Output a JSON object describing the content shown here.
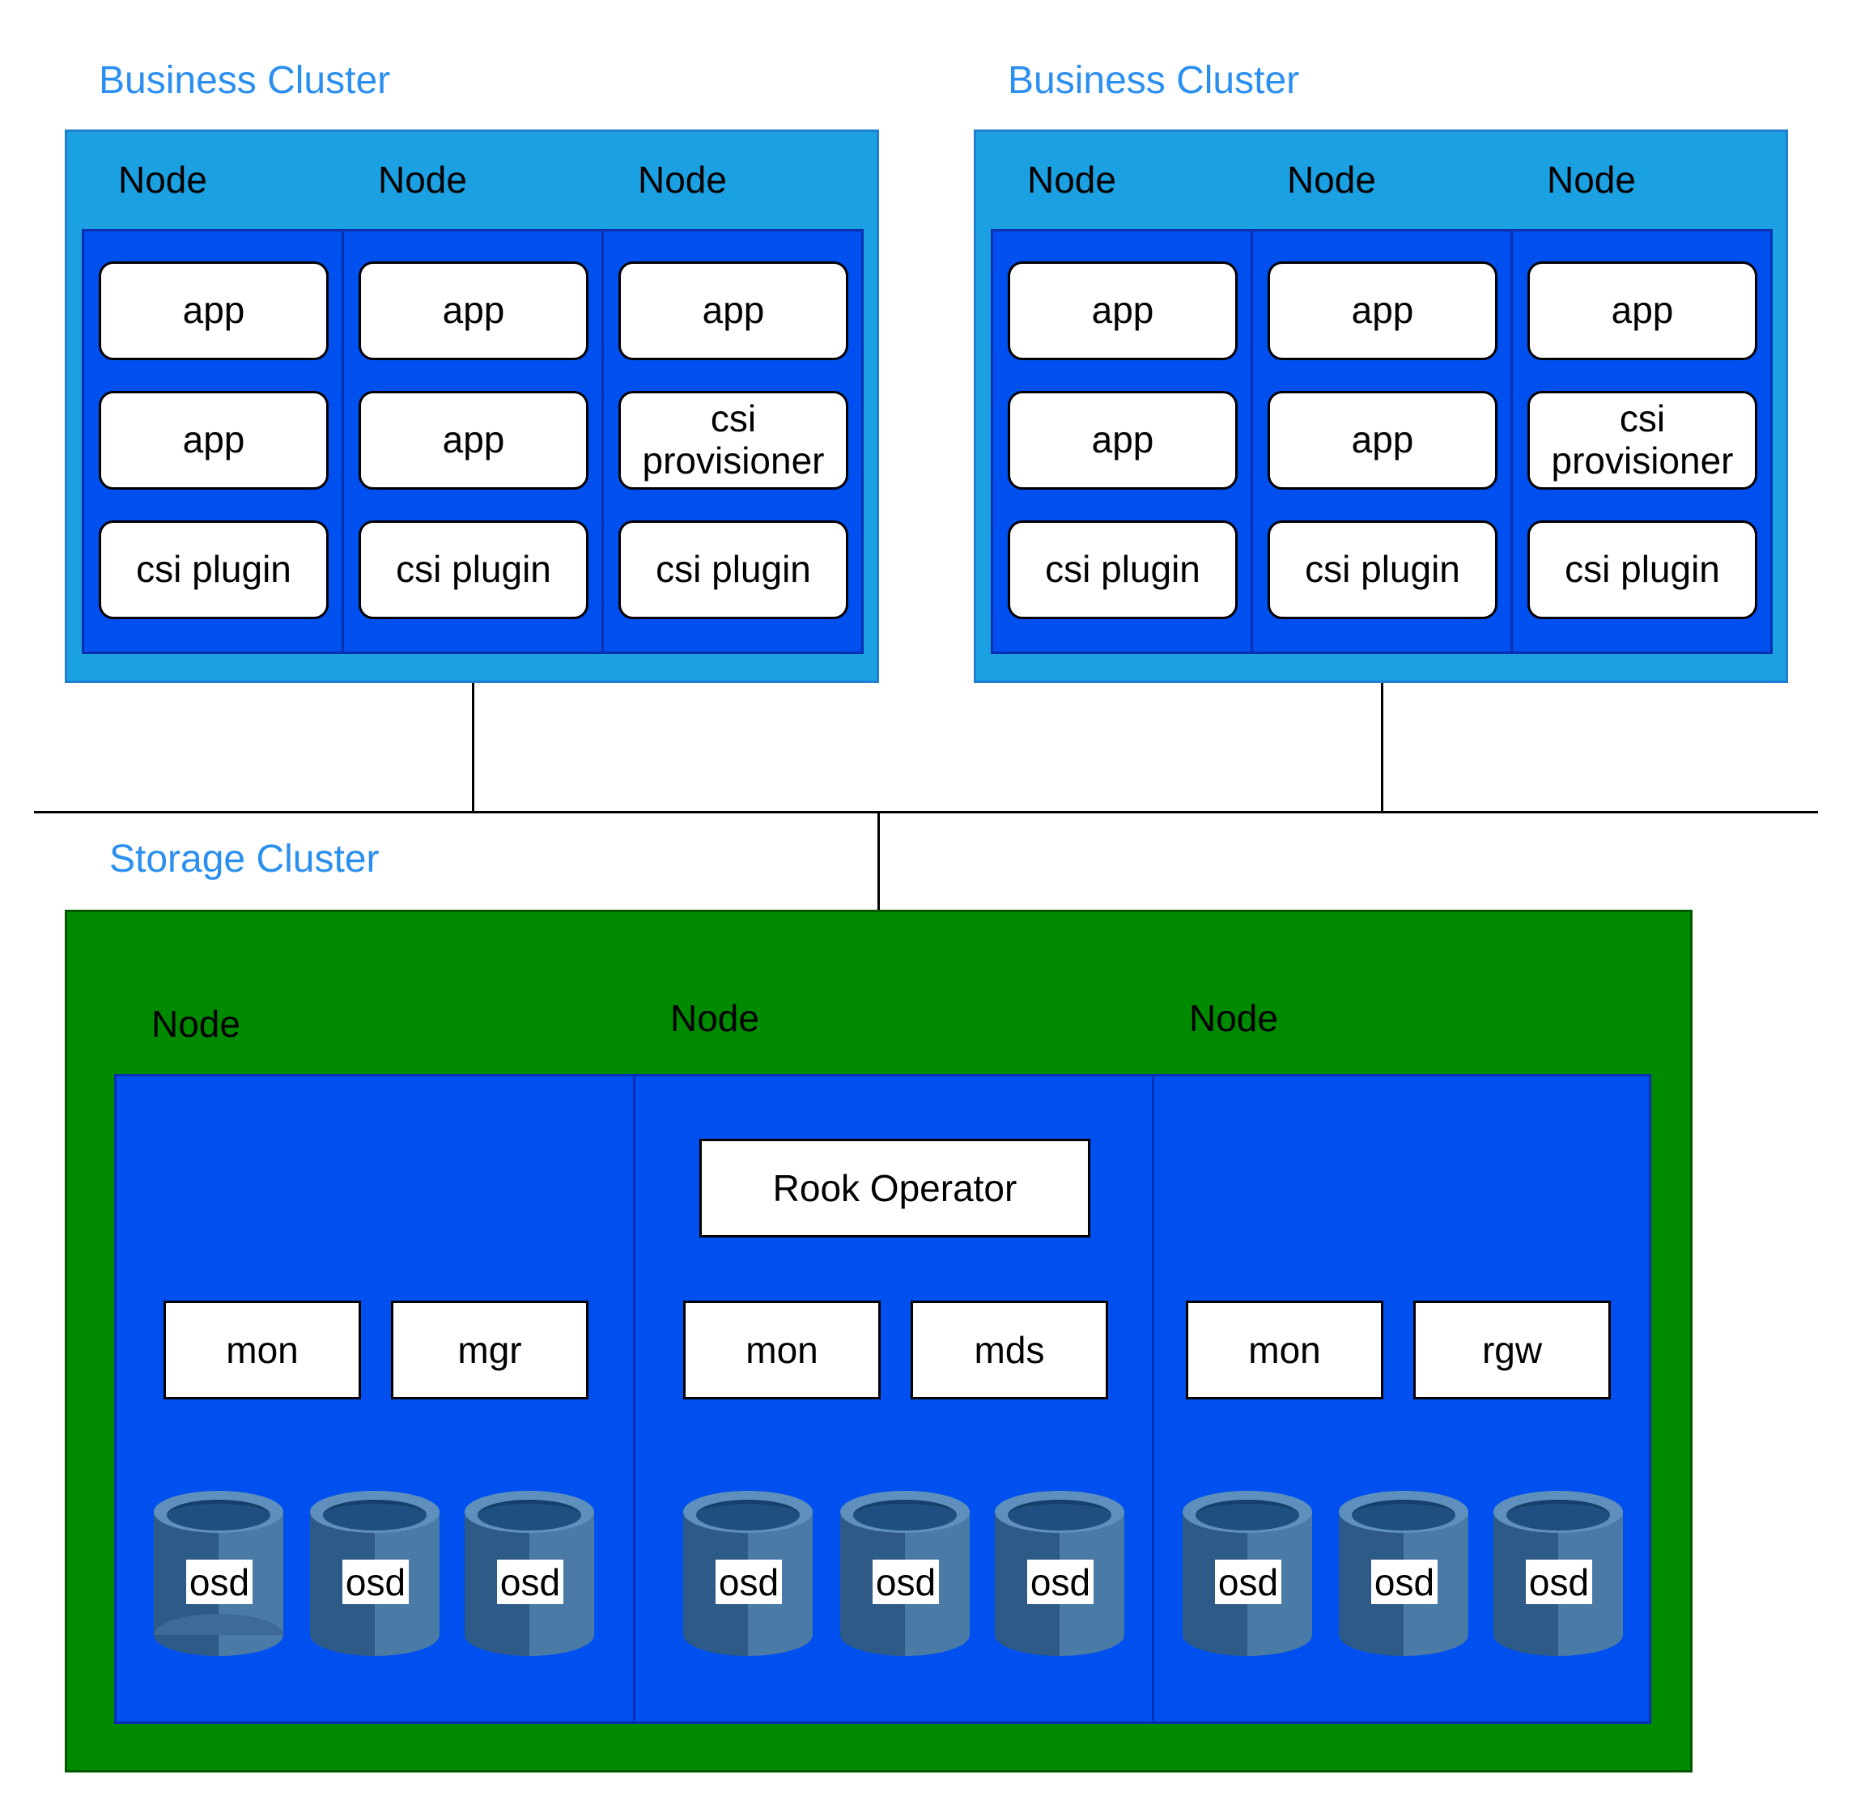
{
  "business_clusters": [
    {
      "title": "Business Cluster",
      "nodes": [
        {
          "label": "Node",
          "items": [
            "app",
            "app",
            "csi plugin"
          ]
        },
        {
          "label": "Node",
          "items": [
            "app",
            "app",
            "csi plugin"
          ]
        },
        {
          "label": "Node",
          "items": [
            "app",
            "csi provisioner",
            "csi plugin"
          ]
        }
      ]
    },
    {
      "title": "Business Cluster",
      "nodes": [
        {
          "label": "Node",
          "items": [
            "app",
            "app",
            "csi plugin"
          ]
        },
        {
          "label": "Node",
          "items": [
            "app",
            "app",
            "csi plugin"
          ]
        },
        {
          "label": "Node",
          "items": [
            "app",
            "csi provisioner",
            "csi plugin"
          ]
        }
      ]
    }
  ],
  "storage_cluster": {
    "title": "Storage Cluster",
    "nodes": [
      {
        "label": "Node",
        "daemons": [
          "mon",
          "mgr"
        ],
        "osds": [
          "osd",
          "osd",
          "osd"
        ]
      },
      {
        "label": "Node",
        "operator": "Rook Operator",
        "daemons": [
          "mon",
          "mds"
        ],
        "osds": [
          "osd",
          "osd",
          "osd"
        ]
      },
      {
        "label": "Node",
        "daemons": [
          "mon",
          "rgw"
        ],
        "osds": [
          "osd",
          "osd",
          "osd"
        ]
      }
    ]
  },
  "colors": {
    "title_blue": "#2b8ff0",
    "business_cluster_bg": "#1ba1e2",
    "node_bg": "#0050ef",
    "storage_cluster_bg": "#008a00",
    "osd_dark": "#2d5a87",
    "osd_light": "#4a7aa6",
    "osd_top": "#5f90bd"
  }
}
